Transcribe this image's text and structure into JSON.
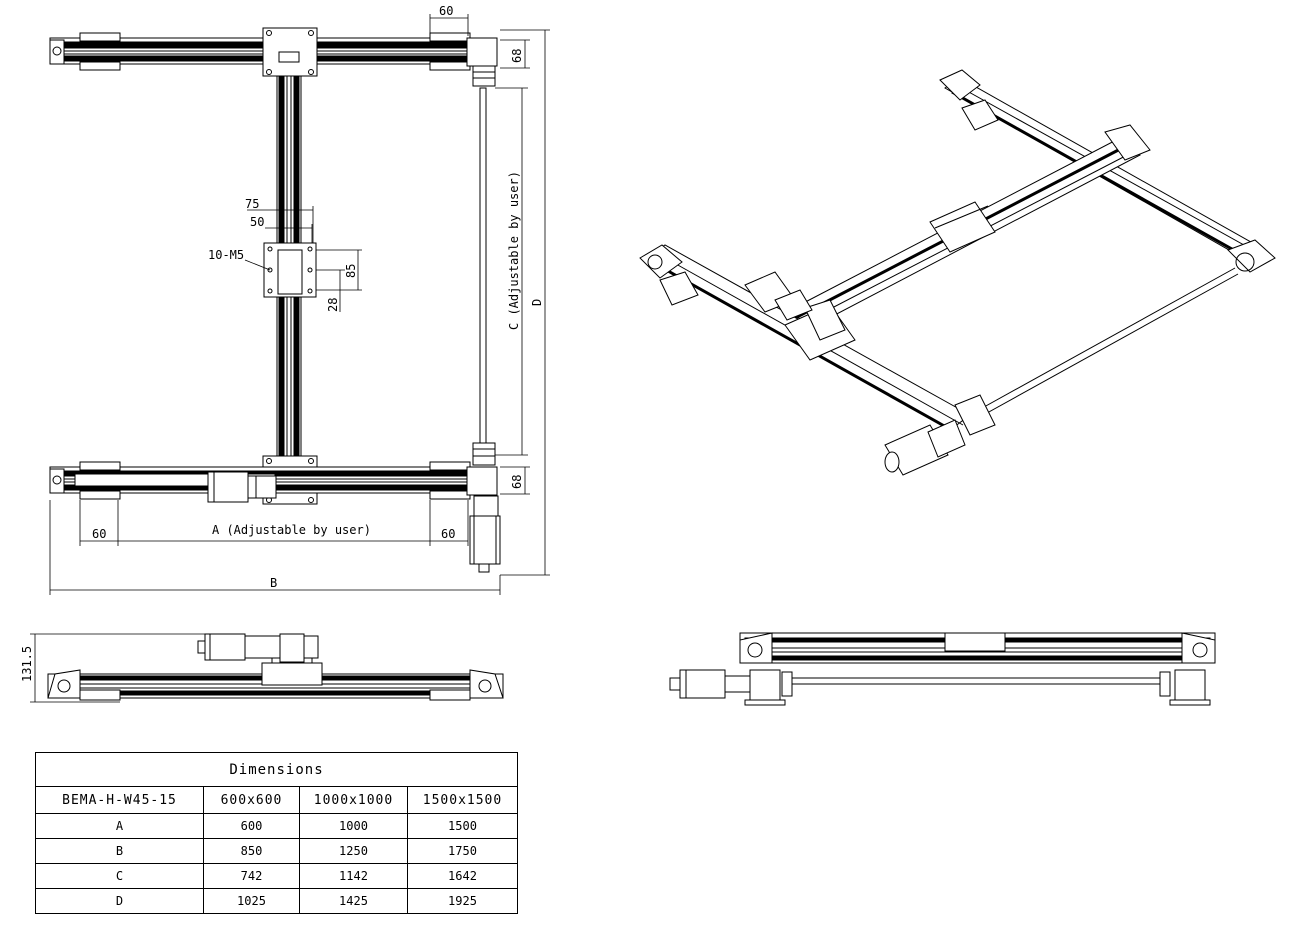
{
  "dims": {
    "top_width": "60",
    "top_right_height": "68",
    "carriage_75": "75",
    "carriage_50": "50",
    "tap": "10-M5",
    "carriage_85": "85",
    "carriage_28": "28",
    "c_label": "C (Adjustable by user)",
    "d_label": "D",
    "bottom_right_height": "68",
    "left_60": "60",
    "a_label": "A (Adjustable by user)",
    "right_60": "60",
    "b_label": "B",
    "side_height": "131.5"
  },
  "table": {
    "title": "Dimensions",
    "model": "BEMA-H-W45-15",
    "sizes": [
      "600x600",
      "1000x1000",
      "1500x1500"
    ],
    "rows": [
      {
        "label": "A",
        "values": [
          "600",
          "1000",
          "1500"
        ]
      },
      {
        "label": "B",
        "values": [
          "850",
          "1250",
          "1750"
        ]
      },
      {
        "label": "C",
        "values": [
          "742",
          "1142",
          "1642"
        ]
      },
      {
        "label": "D",
        "values": [
          "1025",
          "1425",
          "1925"
        ]
      }
    ]
  }
}
